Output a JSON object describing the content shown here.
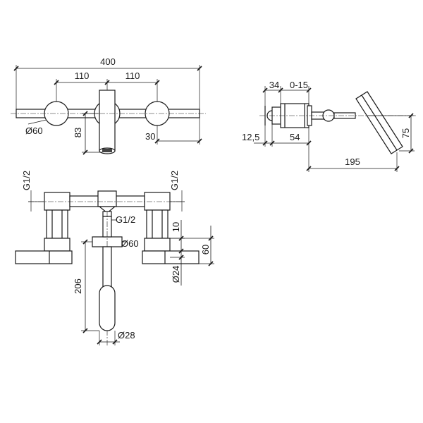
{
  "front_view": {
    "overall_width": "400",
    "spacing_left": "110",
    "spacing_right": "110",
    "handle_diameter": "Ø60",
    "spout_drop": "83",
    "offset": "30"
  },
  "side_view": {
    "flange_depth": "34",
    "adjust_range": "0-15",
    "wall_offset": "12,5",
    "body_depth": "54",
    "spout_height": "75",
    "spout_reach": "195"
  },
  "top_view": {
    "thread_left": "G1/2",
    "thread_right": "G1/2",
    "thread_center": "G1/2",
    "rosette_diameter": "Ø60",
    "handle_offset": "10",
    "handle_height": "60",
    "lever_diameter": "Ø24",
    "spout_length": "206",
    "spout_diameter": "Ø28"
  },
  "icons": {
    "dimension_tick": "tick-mark-icon",
    "thread_arrow": "chevron-down-icon"
  }
}
